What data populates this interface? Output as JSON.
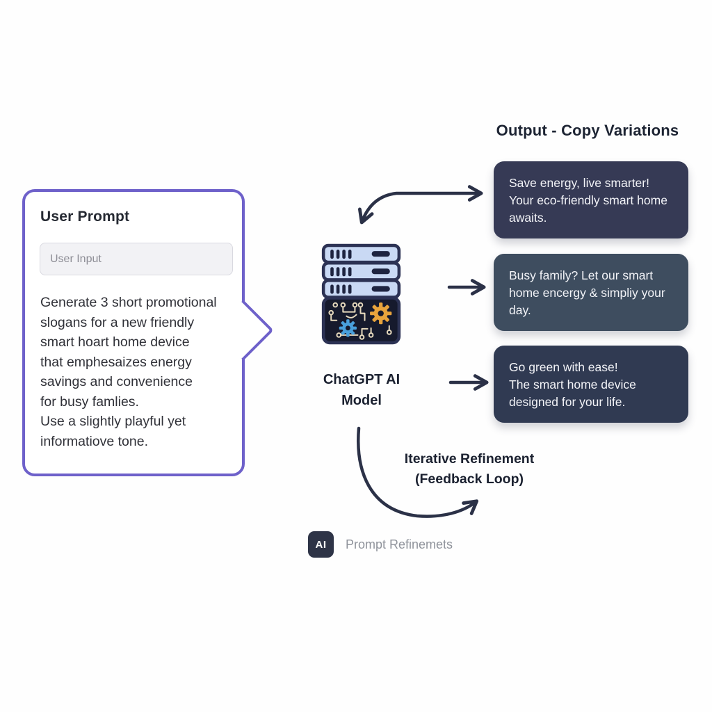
{
  "prompt_box": {
    "title": "User Prompt",
    "input_placeholder": "User Input",
    "body_lines": [
      "Generate 3 short promotional",
      "slogans for a new friendly",
      "smart hoart home device",
      "that emphesaizes energy",
      "savings and convenience",
      "for busy famlies.",
      "Use a slightly playful yet",
      "informatiove tone."
    ]
  },
  "model": {
    "name_line1": "ChatGPT AI",
    "name_line2": "Model",
    "icon": "server-circuit-icon"
  },
  "output": {
    "heading": "Output - Copy Variations",
    "cards": [
      {
        "lines": [
          "Save energy, live smarter!",
          "Your eco-friendly smart home",
          "awaits."
        ]
      },
      {
        "lines": [
          "Busy family? Let our smart",
          "home encergy & simpliy your",
          "day."
        ]
      },
      {
        "lines": [
          "Go green with ease!",
          "The smart home device",
          "designed for your life."
        ]
      }
    ]
  },
  "feedback": {
    "label_line1": "Iterative Refinement",
    "label_line2": "(Feedback Loop)",
    "badge_text": "AI",
    "caption": "Prompt Refinemets"
  },
  "colors": {
    "accent_purple": "#6e61ca",
    "arrow": "#2b3147",
    "card1_bg": "#363a55",
    "card2_bg": "#3e4d5f",
    "card3_bg": "#303a52",
    "badge_bg": "#2e3447",
    "server_light_blue": "#c9d9f4",
    "server_outline": "#2c3254",
    "server_panel": "#161a2d",
    "gear_orange": "#e9a43c",
    "gear_blue": "#49a0dc",
    "circuit_trace": "#e6d9bd"
  }
}
